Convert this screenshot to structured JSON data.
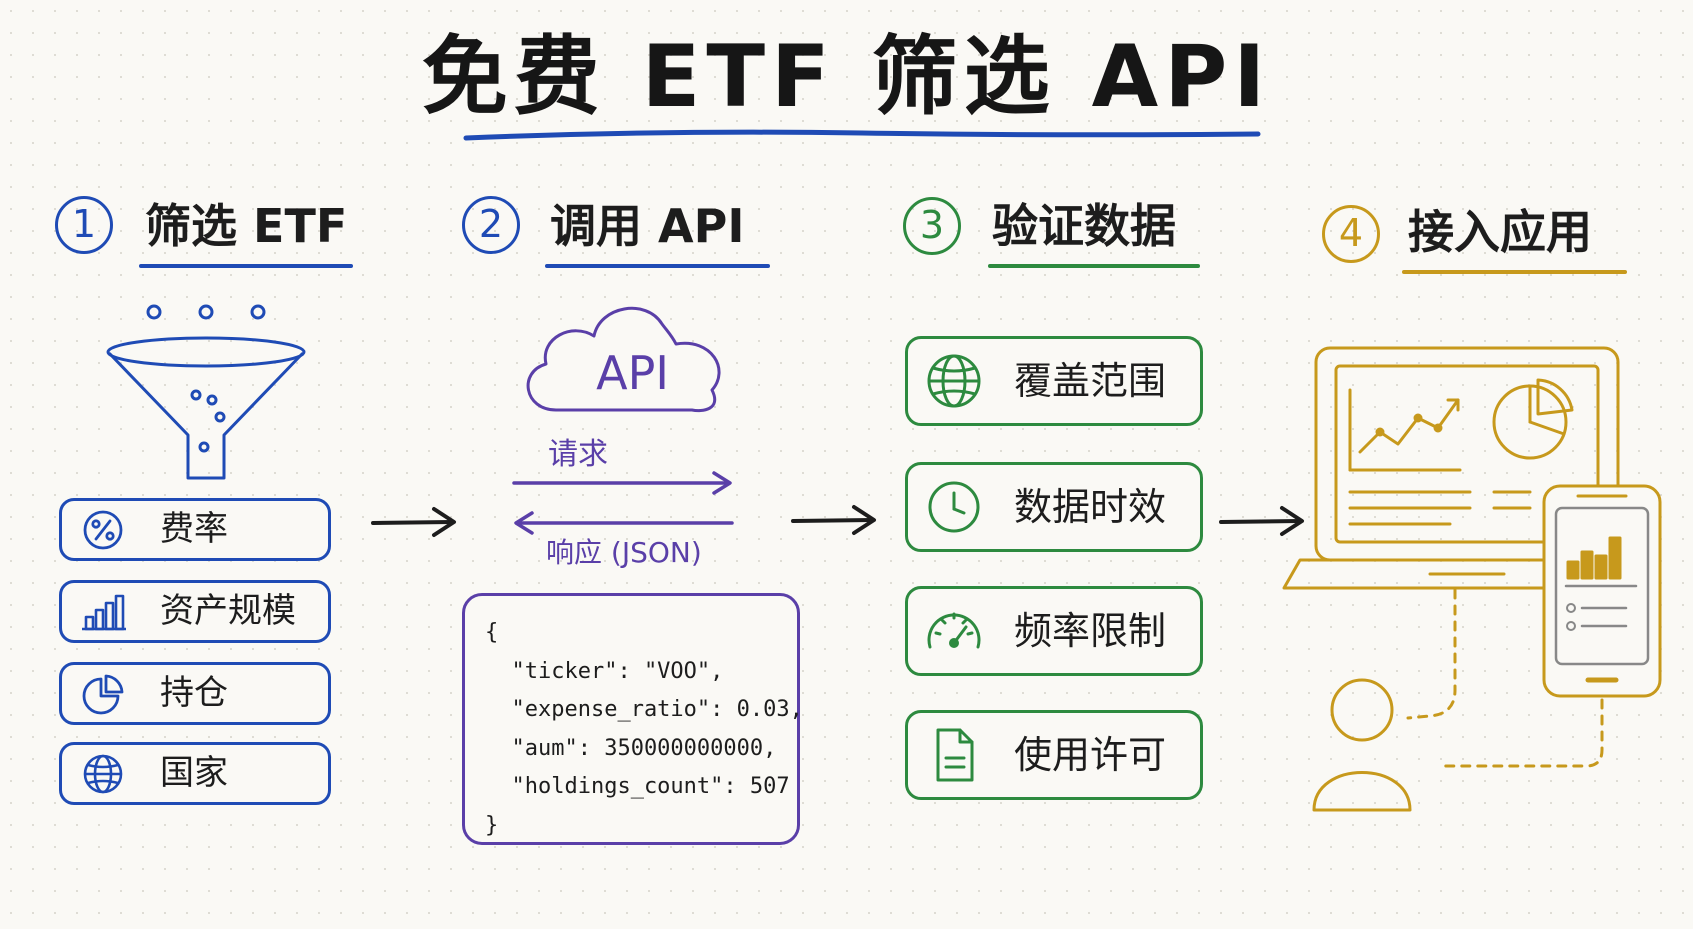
{
  "title": "免费 ETF 筛选 API",
  "steps": [
    {
      "number": "1",
      "title": "筛选 ETF"
    },
    {
      "number": "2",
      "title": "调用 API"
    },
    {
      "number": "3",
      "title": "验证数据"
    },
    {
      "number": "4",
      "title": "接入应用"
    }
  ],
  "filters": [
    {
      "label": "费率",
      "icon": "percent-icon"
    },
    {
      "label": "资产规模",
      "icon": "bar-chart-icon"
    },
    {
      "label": "持仓",
      "icon": "pie-chart-icon"
    },
    {
      "label": "国家",
      "icon": "globe-icon"
    }
  ],
  "api": {
    "cloud_label": "API",
    "request_label": "请求",
    "response_label": "响应 (JSON)",
    "code_lines": [
      "{",
      "  \"ticker\": \"VOO\",",
      "  \"expense_ratio\": 0.03,",
      "  \"aum\": 350000000000,",
      "  \"holdings_count\": 507",
      "}"
    ]
  },
  "checks": [
    {
      "label": "覆盖范围",
      "icon": "globe-icon"
    },
    {
      "label": "数据时效",
      "icon": "clock-icon"
    },
    {
      "label": "频率限制",
      "icon": "speedometer-icon"
    },
    {
      "label": "使用许可",
      "icon": "document-icon"
    }
  ],
  "colors": {
    "step1": "#1f4bb5",
    "step2": "#5a3fa8",
    "step3": "#2d8a3f",
    "step4": "#c7991c",
    "text": "#1d1d1d"
  }
}
